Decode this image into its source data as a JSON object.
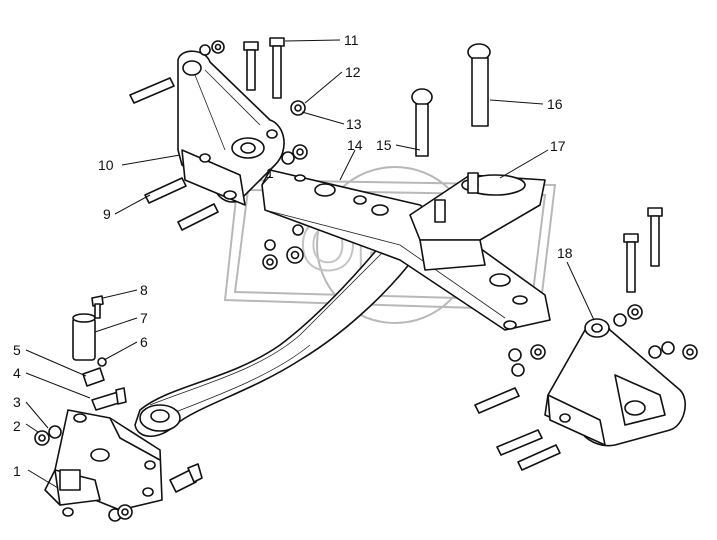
{
  "callouts": [
    {
      "id": "1",
      "text": "1"
    },
    {
      "id": "2",
      "text": "2"
    },
    {
      "id": "3",
      "text": "3"
    },
    {
      "id": "4",
      "text": "4"
    },
    {
      "id": "5",
      "text": "5"
    },
    {
      "id": "6",
      "text": "6"
    },
    {
      "id": "7",
      "text": "7"
    },
    {
      "id": "8",
      "text": "8"
    },
    {
      "id": "9",
      "text": "9"
    },
    {
      "id": "10",
      "text": "10"
    },
    {
      "id": "11",
      "text": "11"
    },
    {
      "id": "12",
      "text": "12"
    },
    {
      "id": "13",
      "text": "13"
    },
    {
      "id": "14",
      "text": "14"
    },
    {
      "id": "15",
      "text": "15"
    },
    {
      "id": "16",
      "text": "16"
    },
    {
      "id": "17",
      "text": "17"
    },
    {
      "id": "18",
      "text": "18"
    },
    {
      "id": "top_1",
      "text": "1"
    }
  ],
  "watermark": {
    "text": "ОРЗ"
  }
}
